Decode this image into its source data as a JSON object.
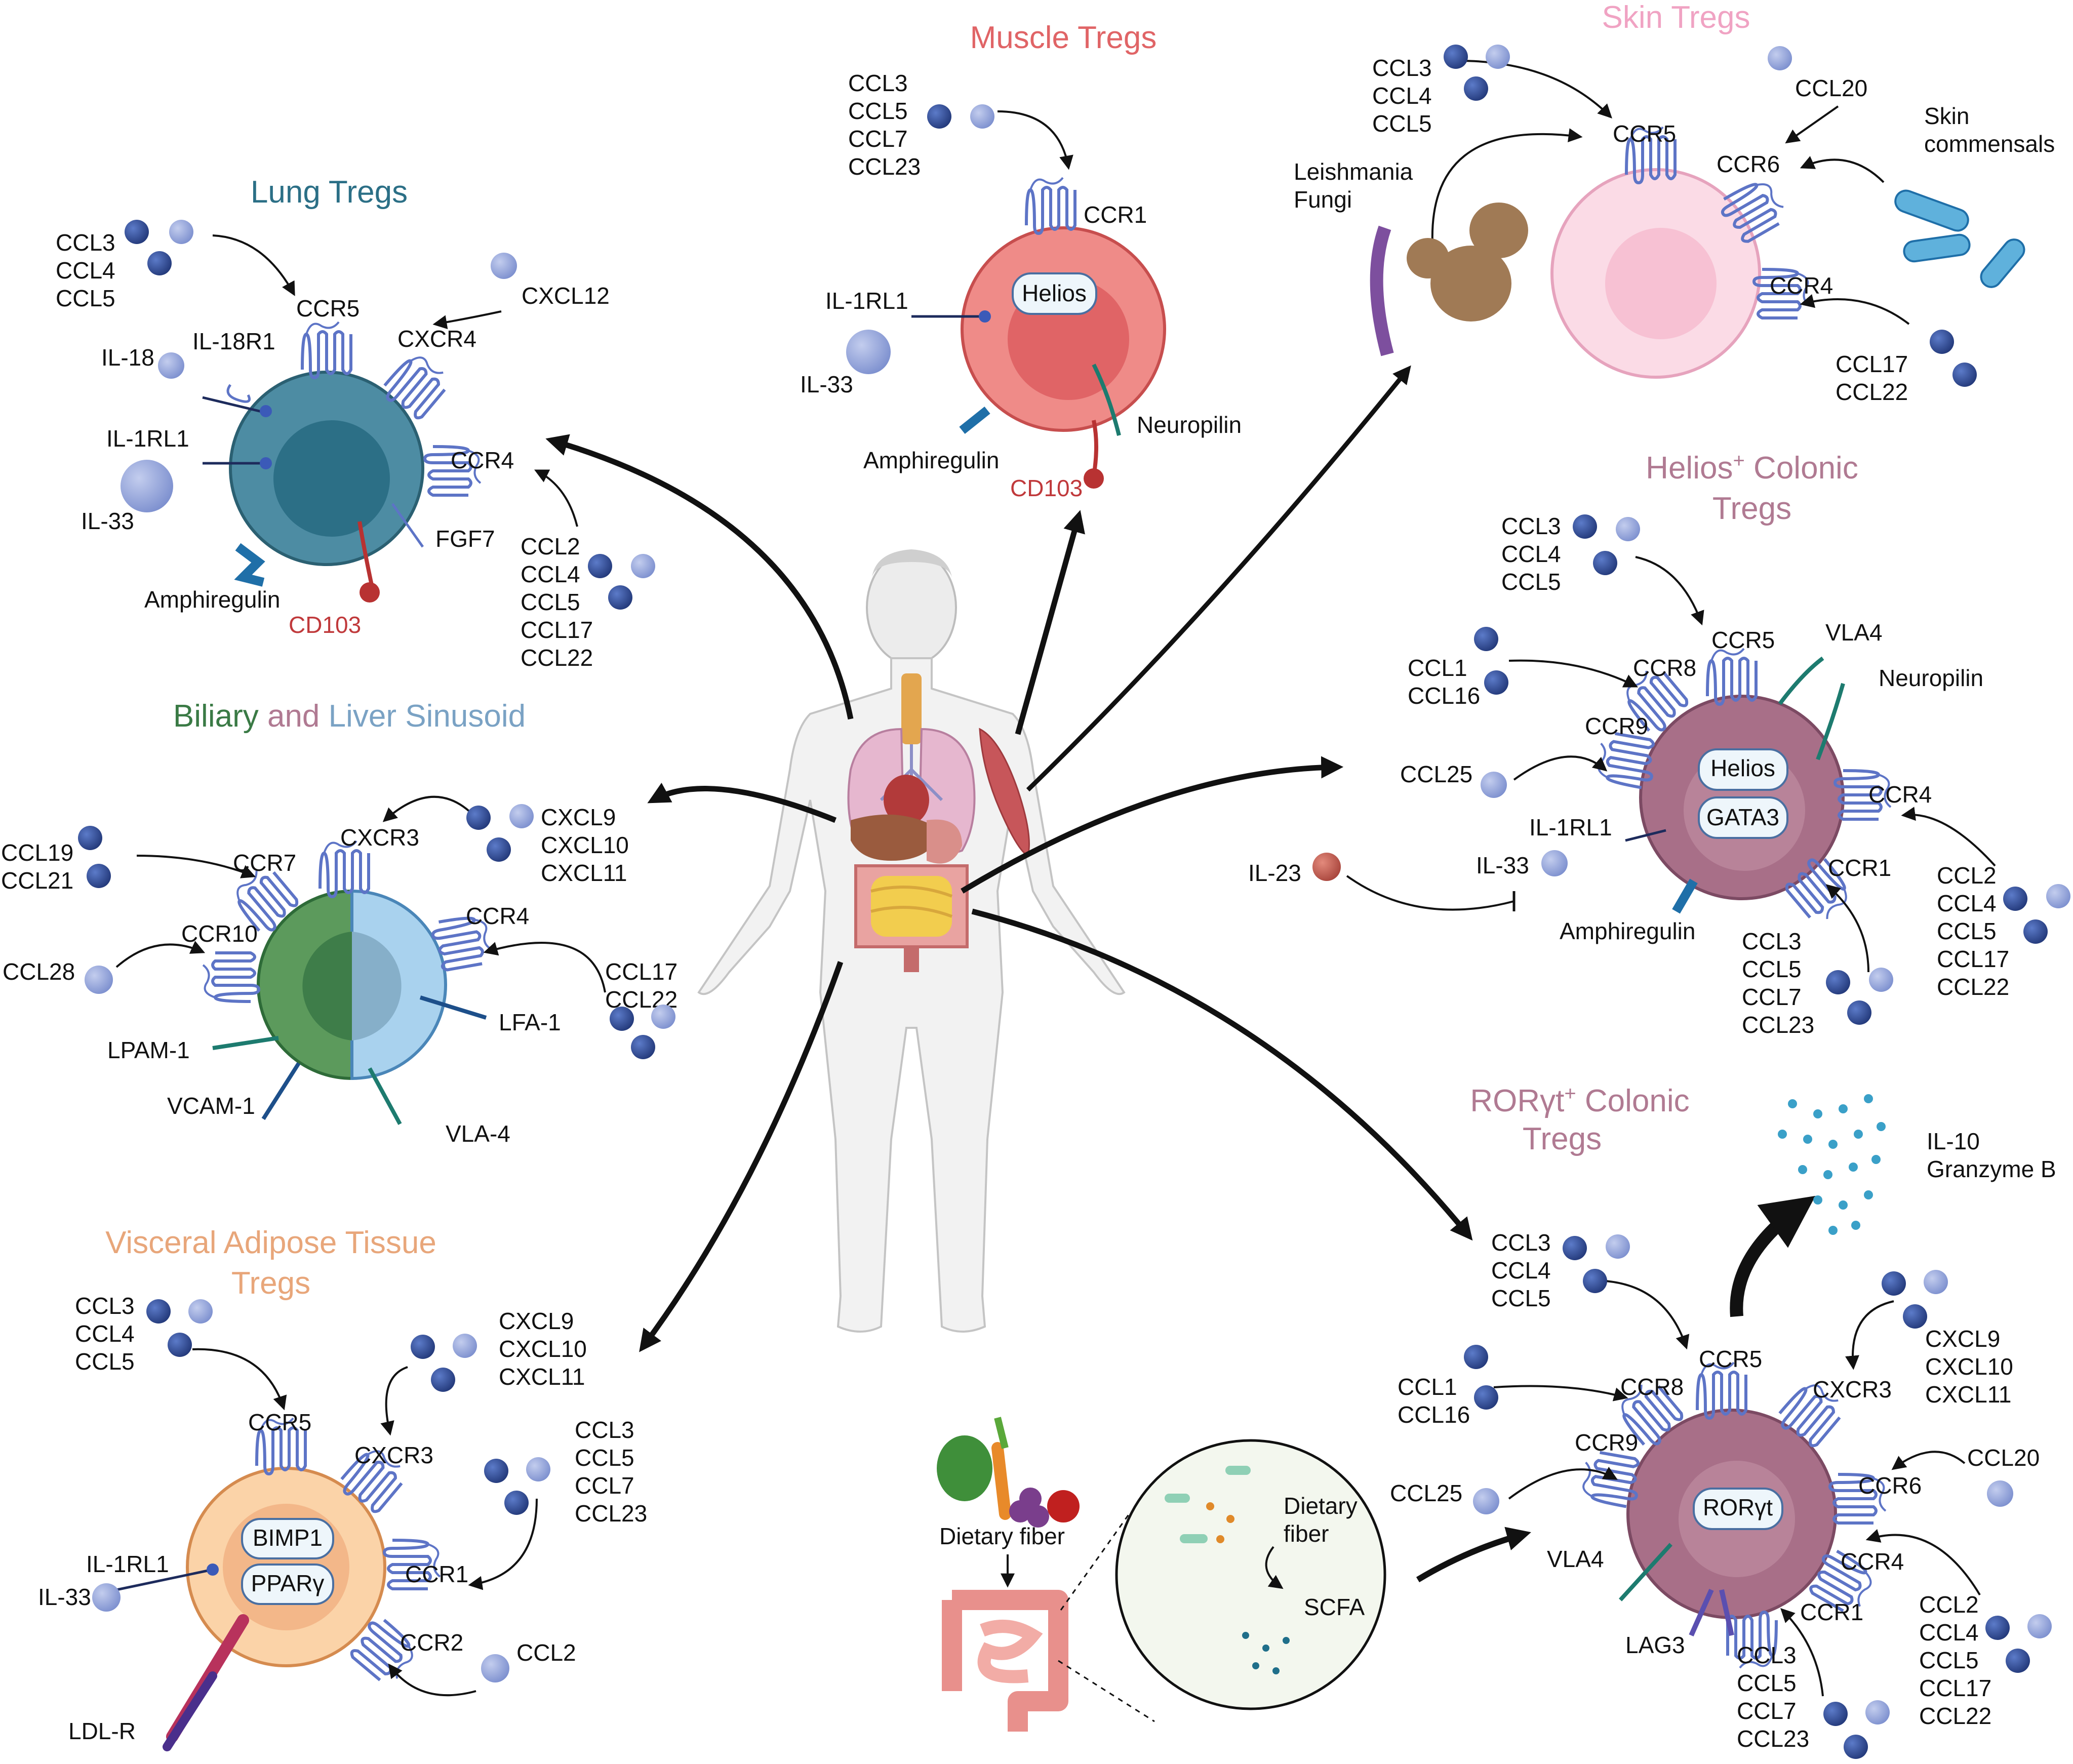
{
  "colors": {
    "lung": "#2b6f86",
    "muscle": "#e06466",
    "skin": "#f0a3c3",
    "colonic": "#b07a92",
    "biliary": "#3a7a45",
    "liver_sinusoid": "#7aa2c4",
    "adipose": "#e8a67a",
    "red_text": "#c0393b",
    "receptor": "#6f86d3",
    "chemokine_dark": "#2f4c93",
    "chemokine_light": "#8fa1d8"
  },
  "panels": {
    "lung": {
      "title": "Lung Tregs",
      "ligands_top": [
        "CCL3",
        "CCL4",
        "CCL5"
      ],
      "cxcl12": "CXCL12",
      "ccr5": "CCR5",
      "cxcr4": "CXCR4",
      "il18r1": "IL-18R1",
      "il18": "IL-18",
      "il1rl1": "IL-1RL1",
      "il33": "IL-33",
      "ccr4": "CCR4",
      "fgf7": "FGF7",
      "ligands_ccr4": [
        "CCL2",
        "CCL4",
        "CCL5",
        "CCL17",
        "CCL22"
      ],
      "amphiregulin": "Amphiregulin",
      "cd103": "CD103"
    },
    "muscle": {
      "title": "Muscle Tregs",
      "ligands": [
        "CCL3",
        "CCL5",
        "CCL7",
        "CCL23"
      ],
      "ccr1": "CCR1",
      "helios": "Helios",
      "il1rl1": "IL-1RL1",
      "il33": "IL-33",
      "neuropilin": "Neuropilin",
      "amphiregulin": "Amphiregulin",
      "cd103": "CD103"
    },
    "skin": {
      "title": "Skin Tregs",
      "ligands_ccr5": [
        "CCL3",
        "CCL4",
        "CCL5"
      ],
      "ccl20": "CCL20",
      "ccr5": "CCR5",
      "ccr6": "CCR6",
      "commensals": [
        "Skin",
        "commensals"
      ],
      "pathogens": [
        "Leishmania",
        "Fungi"
      ],
      "ccr4": "CCR4",
      "ligands_ccr4": [
        "CCL17",
        "CCL22"
      ]
    },
    "helios_colonic": {
      "title_line1": "Helios",
      "title_sup": "+",
      "title_rest": " Colonic",
      "title_line2": "Tregs",
      "ligands_ccr5": [
        "CCL3",
        "CCL4",
        "CCL5"
      ],
      "ccr5": "CCR5",
      "vla4": "VLA4",
      "neuropilin": "Neuropilin",
      "ligands_ccr8": [
        "CCL1",
        "CCL16"
      ],
      "ccr8": "CCR8",
      "ccr9": "CCR9",
      "ccl25": "CCL25",
      "helios": "Helios",
      "gata3": "GATA3",
      "ccr4": "CCR4",
      "il1rl1": "IL-1RL1",
      "il33": "IL-33",
      "il23": "IL-23",
      "ccr1": "CCR1",
      "amphiregulin": "Amphiregulin",
      "ligands_ccr1": [
        "CCL3",
        "CCL5",
        "CCL7",
        "CCL23"
      ],
      "ligands_ccr4": [
        "CCL2",
        "CCL4",
        "CCL5",
        "CCL17",
        "CCL22"
      ]
    },
    "biliary": {
      "title_a": "Biliary",
      "title_b": " and ",
      "title_c": "Liver Sinusoid",
      "ligands_cxcr3": [
        "CXCL9",
        "CXCL10",
        "CXCL11"
      ],
      "cxcr3": "CXCR3",
      "ligands_ccr7": [
        "CCL19",
        "CCL21"
      ],
      "ccr7": "CCR7",
      "ccr4": "CCR4",
      "ligands_ccr4": [
        "CCL17",
        "CCL22"
      ],
      "ccr10": "CCR10",
      "ccl28": "CCL28",
      "lpam1": "LPAM-1",
      "lfa1": "LFA-1",
      "vcam1": "VCAM-1",
      "vla4": "VLA-4"
    },
    "adipose": {
      "title_line1": "Visceral Adipose Tissue",
      "title_line2": "Tregs",
      "ligands_ccr5": [
        "CCL3",
        "CCL4",
        "CCL5"
      ],
      "ccr5": "CCR5",
      "ligands_cxcr3": [
        "CXCL9",
        "CXCL10",
        "CXCL11"
      ],
      "cxcr3": "CXCR3",
      "ligands_ccr1": [
        "CCL3",
        "CCL5",
        "CCL7",
        "CCL23"
      ],
      "ccr1": "CCR1",
      "il1rl1": "IL-1RL1",
      "il33": "IL-33",
      "bimp1": "BIMP1",
      "ppar": "PPARγ",
      "ccr2": "CCR2",
      "ccl2": "CCL2",
      "ldlr": "LDL-R"
    },
    "roryt_colonic": {
      "title_line1": "RORγt",
      "title_sup": "+",
      "title_rest": " Colonic",
      "title_line2": "Tregs",
      "il10": "IL-10",
      "granzyme": "Granzyme B",
      "ligands_ccr5": [
        "CCL3",
        "CCL4",
        "CCL5"
      ],
      "ccr5": "CCR5",
      "ligands_cxcr3": [
        "CXCL9",
        "CXCL10",
        "CXCL11"
      ],
      "cxcr3": "CXCR3",
      "ligands_ccr8": [
        "CCL1",
        "CCL16"
      ],
      "ccr8": "CCR8",
      "ccr9": "CCR9",
      "ccl25": "CCL25",
      "ccl20": "CCL20",
      "ccr6": "CCR6",
      "roryt": "RORγt",
      "vla4": "VLA4",
      "ccr4": "CCR4",
      "lag3": "LAG3",
      "ccr1": "CCR1",
      "ligands_ccr1": [
        "CCL3",
        "CCL5",
        "CCL7",
        "CCL23"
      ],
      "ligands_ccr4": [
        "CCL2",
        "CCL4",
        "CCL5",
        "CCL17",
        "CCL22"
      ],
      "dietary_fiber": "Dietary fiber",
      "inset_fiber": [
        "Dietary",
        "fiber"
      ],
      "scfa": "SCFA"
    }
  }
}
